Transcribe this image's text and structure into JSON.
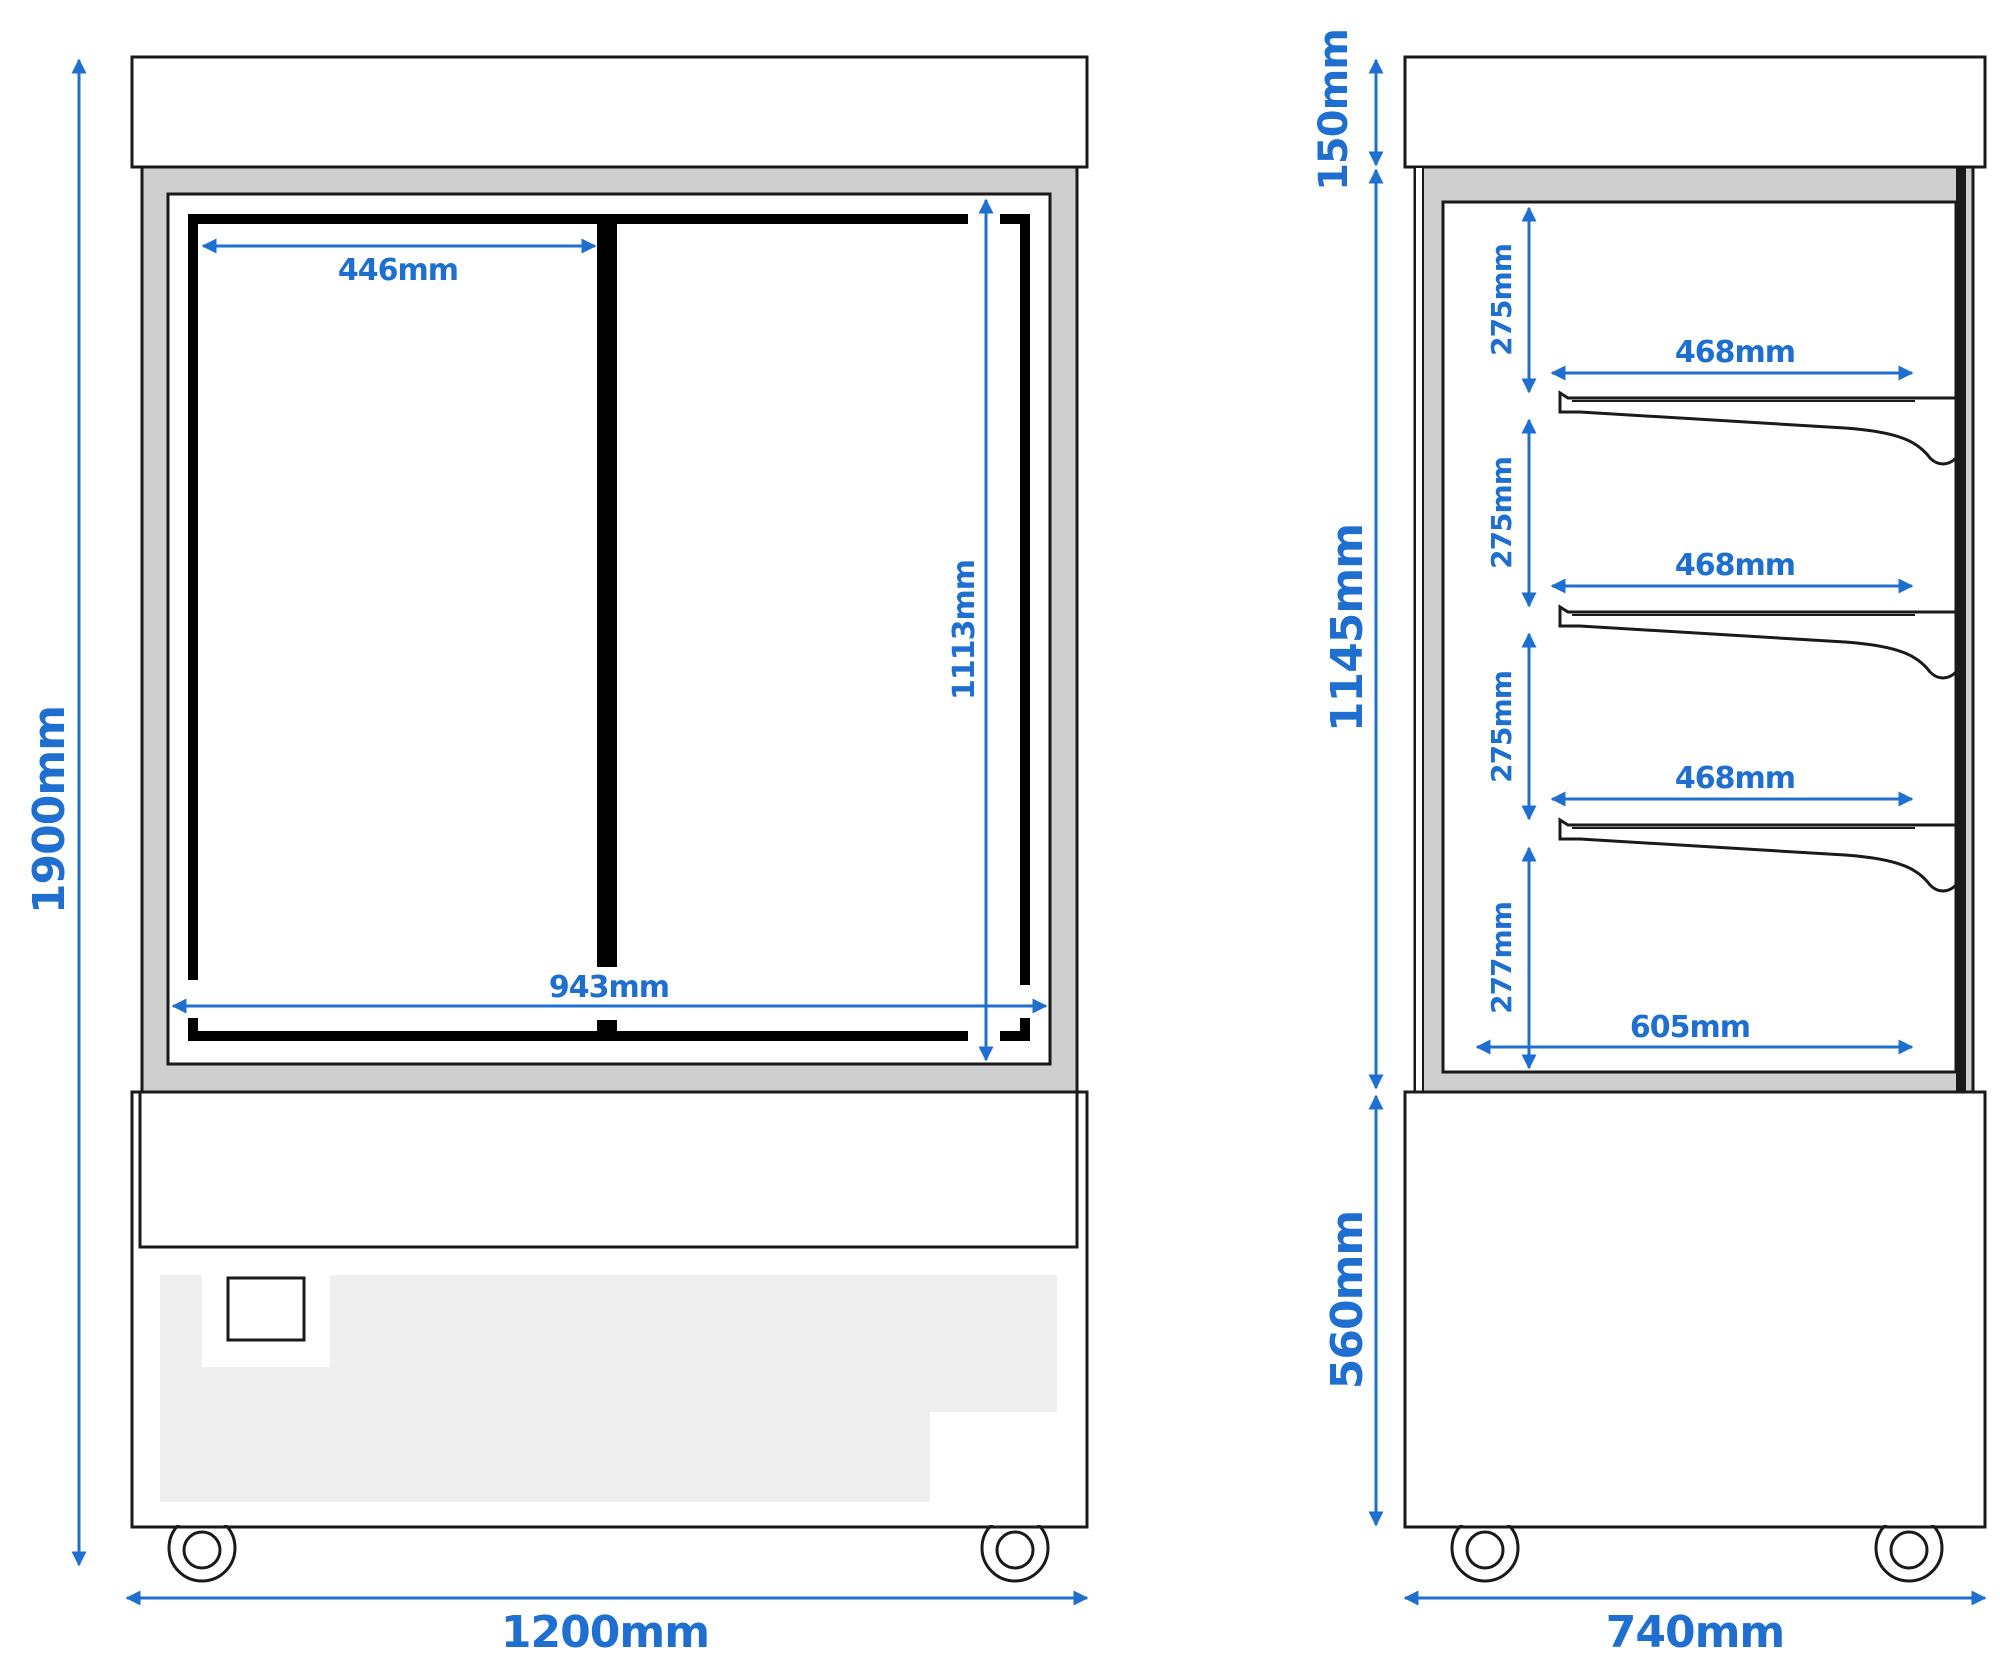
{
  "colors": {
    "dimension": "#1f6fd0",
    "outline": "#1a1a1a",
    "frame": "#cfcfcf",
    "panel": "#efefef",
    "background": "#ffffff"
  },
  "front_view": {
    "total_height": "1900mm",
    "total_width": "1200mm",
    "door_width": "446mm",
    "inner_width": "943mm",
    "inner_height": "1113mm"
  },
  "side_view": {
    "top_height": "150mm",
    "display_height": "1145mm",
    "base_height": "560mm",
    "total_depth": "740mm",
    "floor_depth": "605mm",
    "shelf_spacing": [
      "275mm",
      "275mm",
      "275mm",
      "277mm"
    ],
    "shelf_depth": [
      "468mm",
      "468mm",
      "468mm"
    ]
  }
}
